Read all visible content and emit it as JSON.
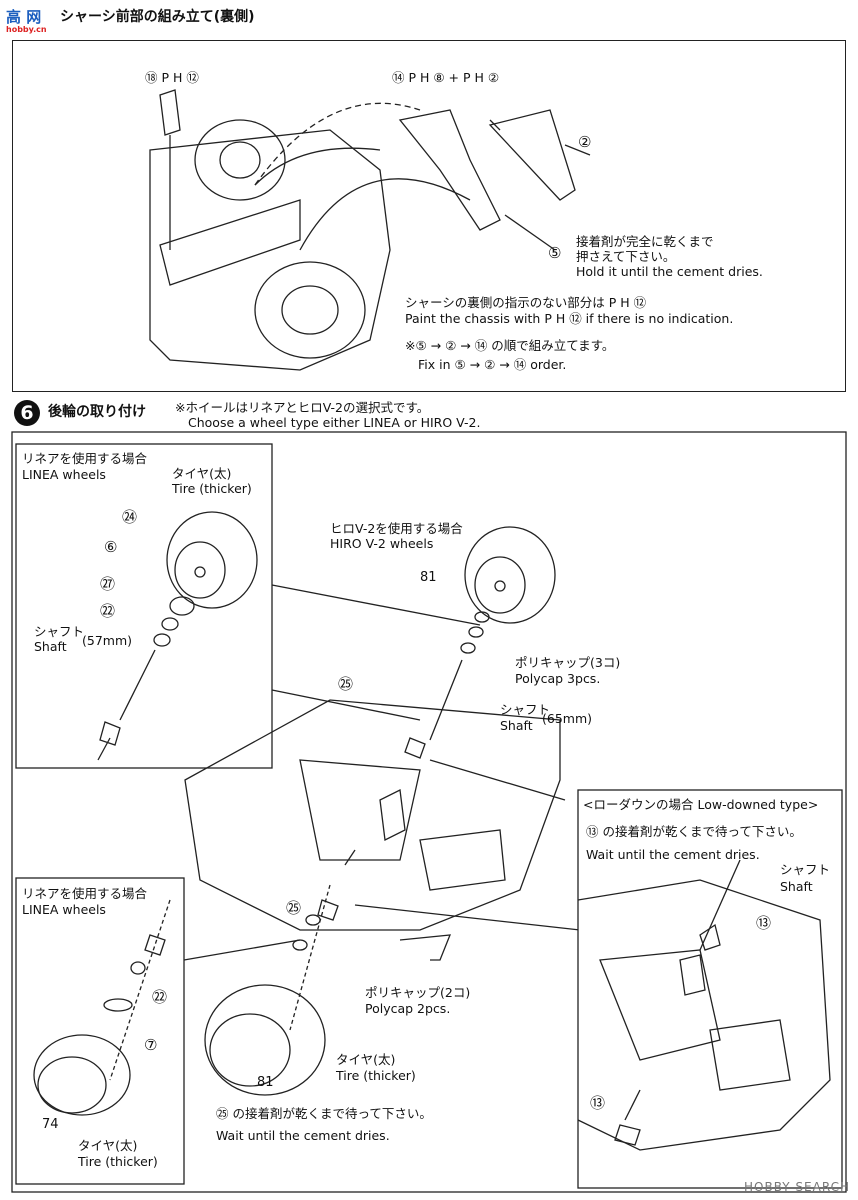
{
  "header": {
    "logo_text": "高 网",
    "logo_sub": "hobby.cn",
    "title": "シャーシ前部の組み立て(裏側)"
  },
  "section1": {
    "callout_18": "⑱ P H ⑫",
    "callout_14": "⑭ P H ⑧ + P H ②",
    "callout_2": "②",
    "callout_5": "⑤",
    "hold_jp_1": "接着剤が完全に乾くまで",
    "hold_jp_2": "押さえて下さい。",
    "hold_en": "Hold it until the cement dries.",
    "paint_jp": "シャーシの裏側の指示のない部分は P H ⑫",
    "paint_en": "Paint the chassis with P H ⑫ if there is no indication.",
    "order_jp": "※⑤ → ② → ⑭ の順で組み立てます。",
    "order_en": "Fix in ⑤ → ② → ⑭ order."
  },
  "step6": {
    "number": "6",
    "title": "後輪の取り付け",
    "note_jp": "※ホイールはリネアとヒロV-2の選択式です。",
    "note_en": "Choose a wheel type either LINEA or HIRO V-2."
  },
  "linea_top": {
    "title_jp": "リネアを使用する場合",
    "title_en": "LINEA wheels",
    "tire_jp": "タイヤ(太)",
    "tire_en": "Tire (thicker)",
    "p74": "㉔",
    "p6": "⑥",
    "p27": "㉗",
    "p22": "㉒",
    "shaft_jp": "シャフト",
    "shaft_en": "Shaft",
    "shaft_len": "(57mm)"
  },
  "hiro": {
    "title_jp": "ヒロV-2を使用する場合",
    "title_en": "HIRO V-2 wheels",
    "p81": "81",
    "polycap_jp": "ポリキャップ(3コ)",
    "polycap_en": "Polycap 3pcs.",
    "shaft_jp": "シャフト",
    "shaft_en": "Shaft",
    "shaft_len": "(65mm)",
    "p25": "㉕"
  },
  "lowdown": {
    "title": "<ローダウンの場合 Low-downed type>",
    "cement_jp": "⑬ の接着剤が乾くまで待って下さい。",
    "cement_en": "Wait until the cement dries.",
    "shaft_jp": "シャフト",
    "shaft_en": "Shaft",
    "p13a": "⑬",
    "p13b": "⑬"
  },
  "linea_bottom": {
    "title_jp": "リネアを使用する場合",
    "title_en": "LINEA wheels",
    "p22": "㉒",
    "p7": "⑦",
    "p74": "74",
    "tire_jp": "タイヤ(太)",
    "tire_en": "Tire (thicker)"
  },
  "center_bottom": {
    "p25": "㉕",
    "polycap_jp": "ポリキャップ(2コ)",
    "polycap_en": "Polycap 2pcs.",
    "tire_jp": "タイヤ(太)",
    "tire_en": "Tire (thicker)",
    "p81": "81",
    "cement_jp": "㉕ の接着剤が乾くまで待って下さい。",
    "cement_en": "Wait until the cement dries."
  },
  "watermark": "HOBBY SEARCH"
}
